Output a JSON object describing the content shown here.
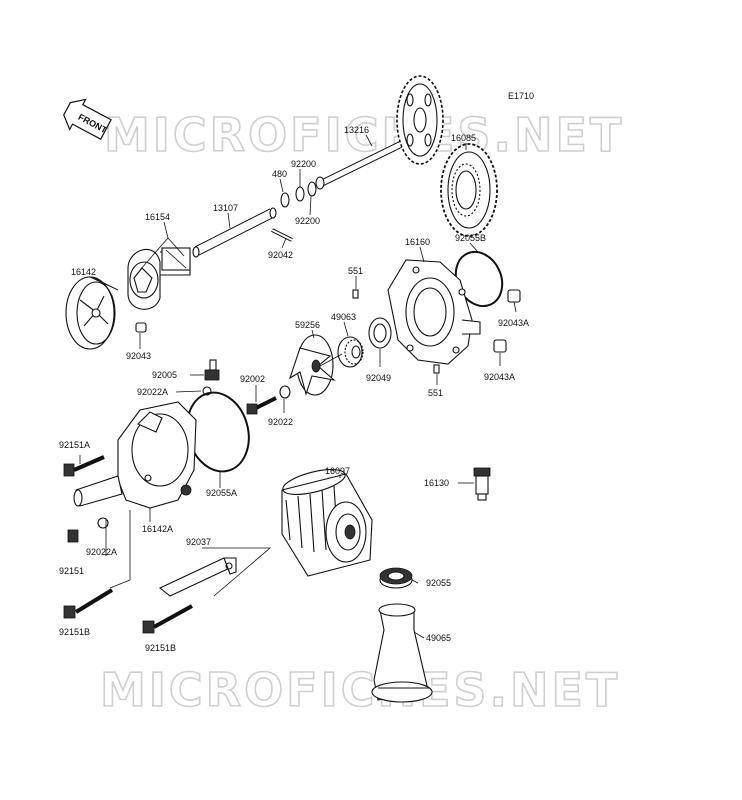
{
  "diagram": {
    "code": "E1710",
    "front_label": "FRONT",
    "watermark": "MICROFICHES.NET"
  },
  "parts": [
    {
      "key": "p13216",
      "number": "13216"
    },
    {
      "key": "p16085",
      "number": "16085"
    },
    {
      "key": "p480",
      "number": "480"
    },
    {
      "key": "p92200a",
      "number": "92200"
    },
    {
      "key": "p92200b",
      "number": "92200"
    },
    {
      "key": "p13107",
      "number": "13107"
    },
    {
      "key": "p16154",
      "number": "16154"
    },
    {
      "key": "p92042",
      "number": "92042"
    },
    {
      "key": "p92055b",
      "number": "92055B"
    },
    {
      "key": "p16160",
      "number": "16160"
    },
    {
      "key": "p16142",
      "number": "16142"
    },
    {
      "key": "p551a",
      "number": "551"
    },
    {
      "key": "p59256",
      "number": "59256"
    },
    {
      "key": "p49063",
      "number": "49063"
    },
    {
      "key": "p92043a1",
      "number": "92043A"
    },
    {
      "key": "p92043",
      "number": "92043"
    },
    {
      "key": "p92005",
      "number": "92005"
    },
    {
      "key": "p92049",
      "number": "92049"
    },
    {
      "key": "p92043a2",
      "number": "92043A"
    },
    {
      "key": "p92002",
      "number": "92002"
    },
    {
      "key": "p92022a1",
      "number": "92022A"
    },
    {
      "key": "p551b",
      "number": "551"
    },
    {
      "key": "p92022",
      "number": "92022"
    },
    {
      "key": "p92151a",
      "number": "92151A"
    },
    {
      "key": "p16097",
      "number": "16097"
    },
    {
      "key": "p16130",
      "number": "16130"
    },
    {
      "key": "p92055a",
      "number": "92055A"
    },
    {
      "key": "p16142a",
      "number": "16142A"
    },
    {
      "key": "p92037",
      "number": "92037"
    },
    {
      "key": "p92022a2",
      "number": "92022A"
    },
    {
      "key": "p92151",
      "number": "92151"
    },
    {
      "key": "p92055",
      "number": "92055"
    },
    {
      "key": "p49065",
      "number": "49065"
    },
    {
      "key": "p92151b1",
      "number": "92151B"
    },
    {
      "key": "p92151b2",
      "number": "92151B"
    }
  ]
}
